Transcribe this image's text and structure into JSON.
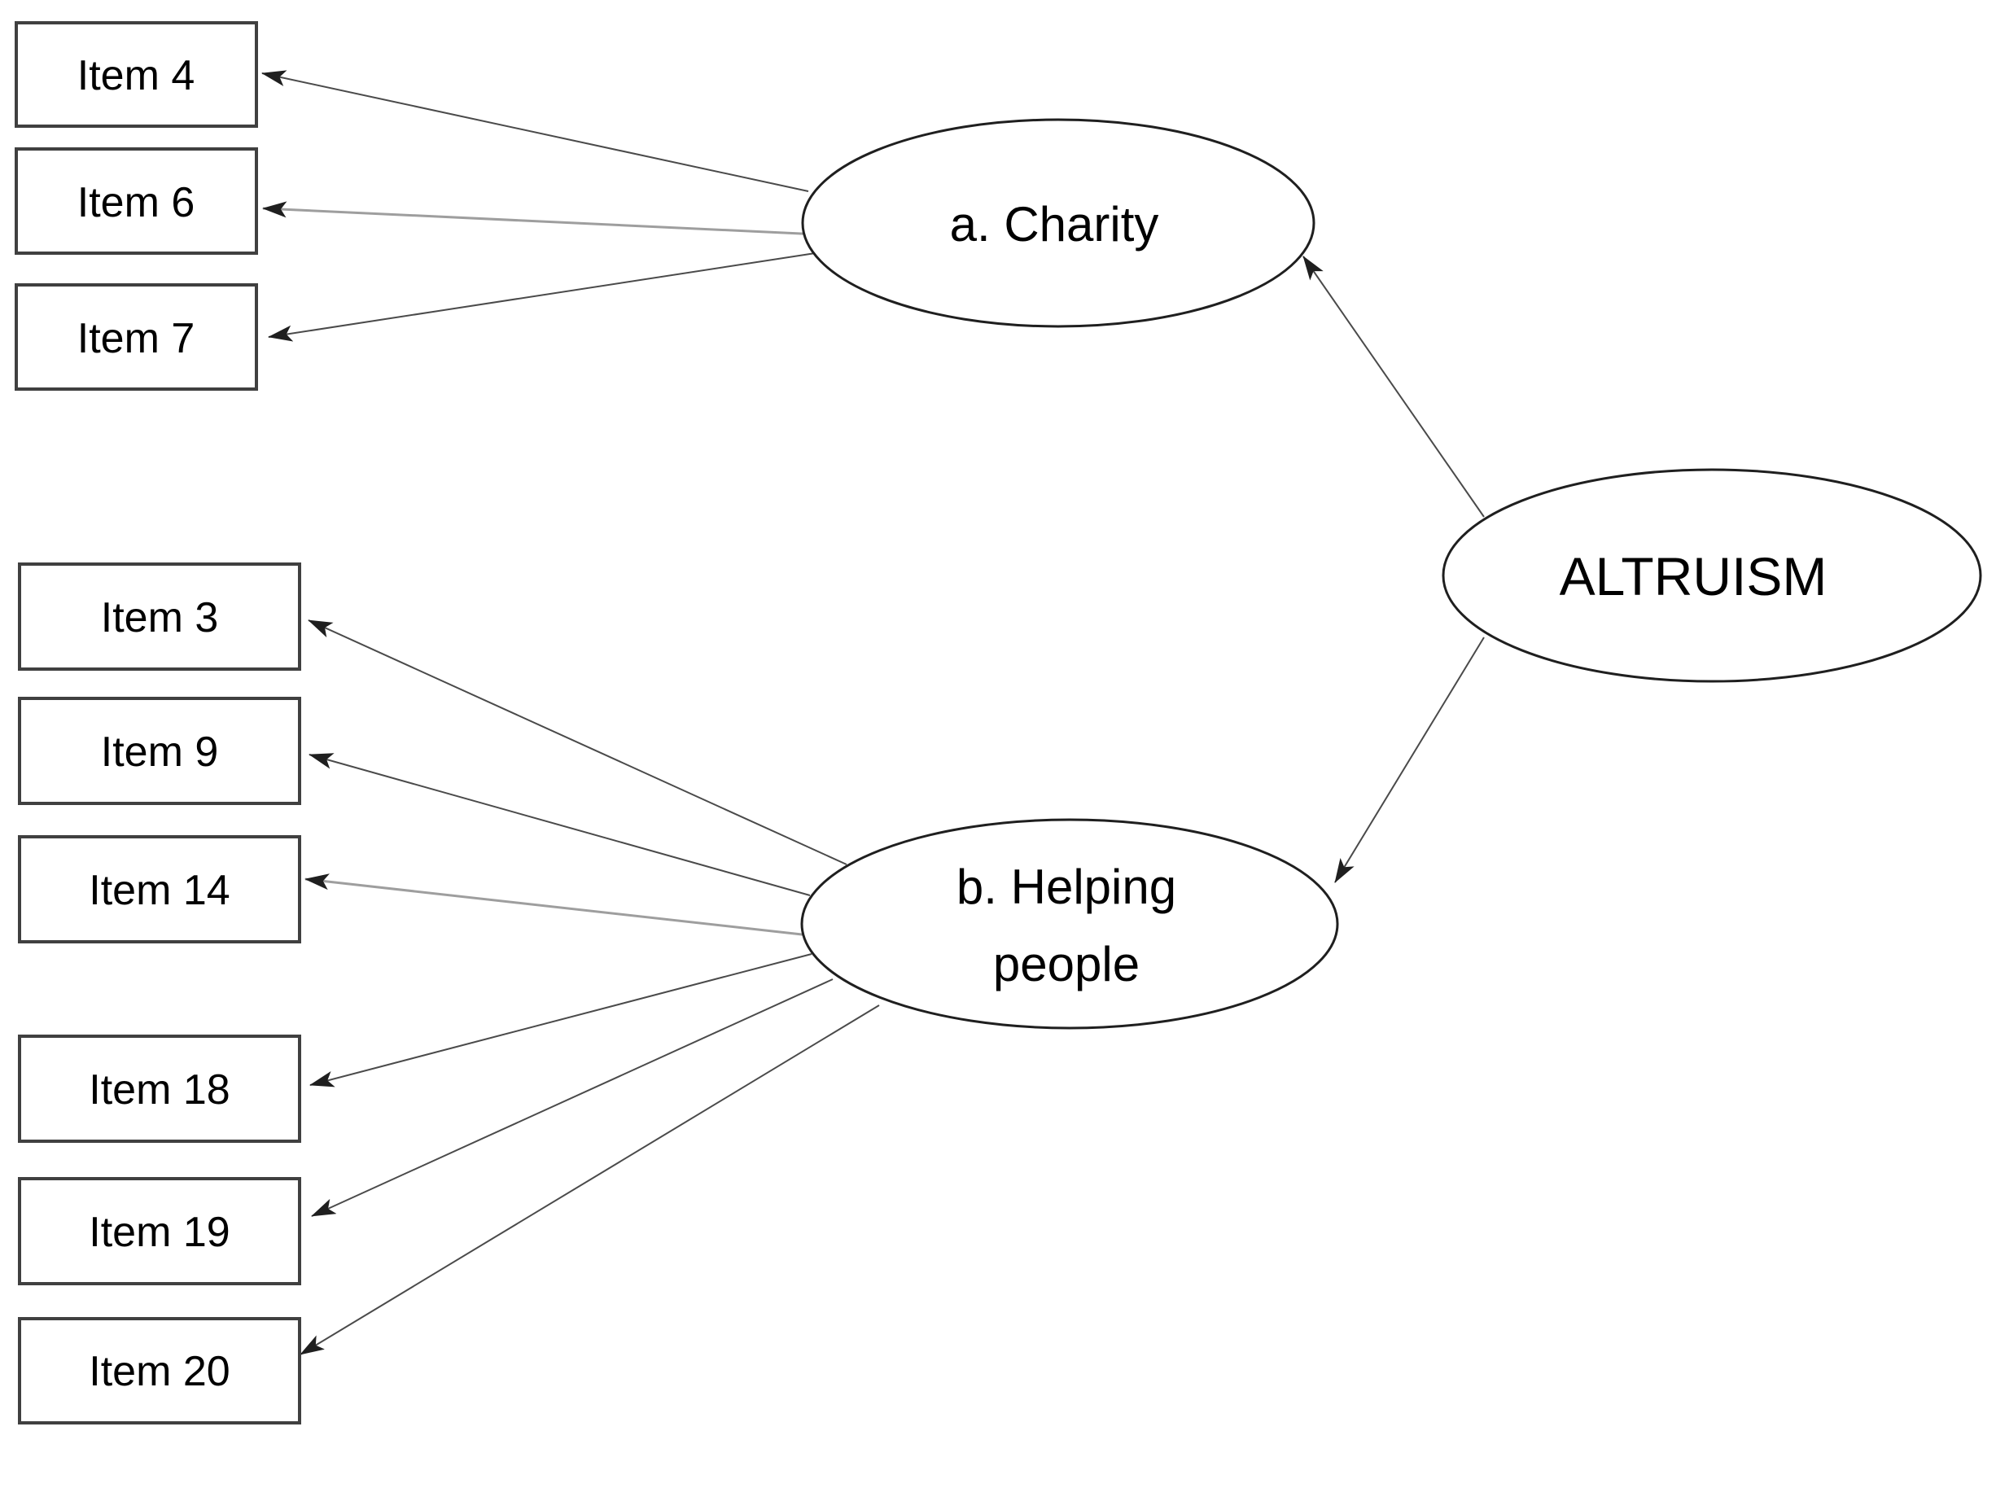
{
  "diagram": {
    "latent": {
      "label": "ALTRUISM"
    },
    "factors": [
      {
        "id": "charity",
        "label": "a. Charity",
        "lines": [
          "a. Charity"
        ]
      },
      {
        "id": "helping",
        "label": "b. Helping people",
        "lines": [
          "b. Helping",
          "people"
        ]
      }
    ],
    "items": {
      "charity": [
        "Item 4",
        "Item 6",
        "Item 7"
      ],
      "helping": [
        "Item 3",
        "Item 9",
        "Item 14",
        "Item 18",
        "Item 19",
        "Item 20"
      ]
    },
    "edges": [
      {
        "from": "ALTRUISM",
        "to": "a. Charity"
      },
      {
        "from": "ALTRUISM",
        "to": "b. Helping people"
      },
      {
        "from": "a. Charity",
        "to": "Item 4"
      },
      {
        "from": "a. Charity",
        "to": "Item 6"
      },
      {
        "from": "a. Charity",
        "to": "Item 7"
      },
      {
        "from": "b. Helping people",
        "to": "Item 3"
      },
      {
        "from": "b. Helping people",
        "to": "Item 9"
      },
      {
        "from": "b. Helping people",
        "to": "Item 14"
      },
      {
        "from": "b. Helping people",
        "to": "Item 18"
      },
      {
        "from": "b. Helping people",
        "to": "Item 19"
      },
      {
        "from": "b. Helping people",
        "to": "Item 20"
      }
    ],
    "colors": {
      "background": "#ffffff",
      "text": "#000000",
      "box_outline": "#404040",
      "ellipse_outline": "#1f1f1f",
      "arrow": "#4a4a4a",
      "arrow_light": "#9e9e9e"
    }
  }
}
